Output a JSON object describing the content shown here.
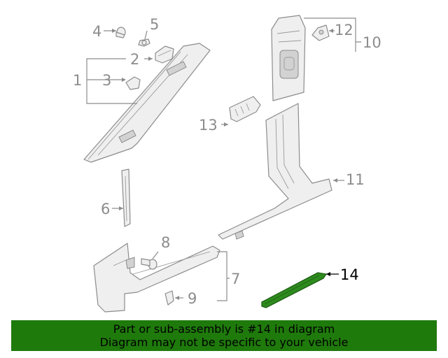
{
  "diagram": {
    "callouts": {
      "c1": "1",
      "c2": "2",
      "c3": "3",
      "c4": "4",
      "c5": "5",
      "c6": "6",
      "c7": "7",
      "c8": "8",
      "c9": "9",
      "c10": "10",
      "c11": "11",
      "c12": "12",
      "c13": "13",
      "c14": "14"
    },
    "highlighted_part": "14",
    "highlight_color": "#2e8b1e"
  },
  "banner": {
    "line1": "Part or sub-assembly is #14 in diagram",
    "line2": "Diagram may not be specific to your vehicle",
    "background": "#1f7a0c"
  }
}
